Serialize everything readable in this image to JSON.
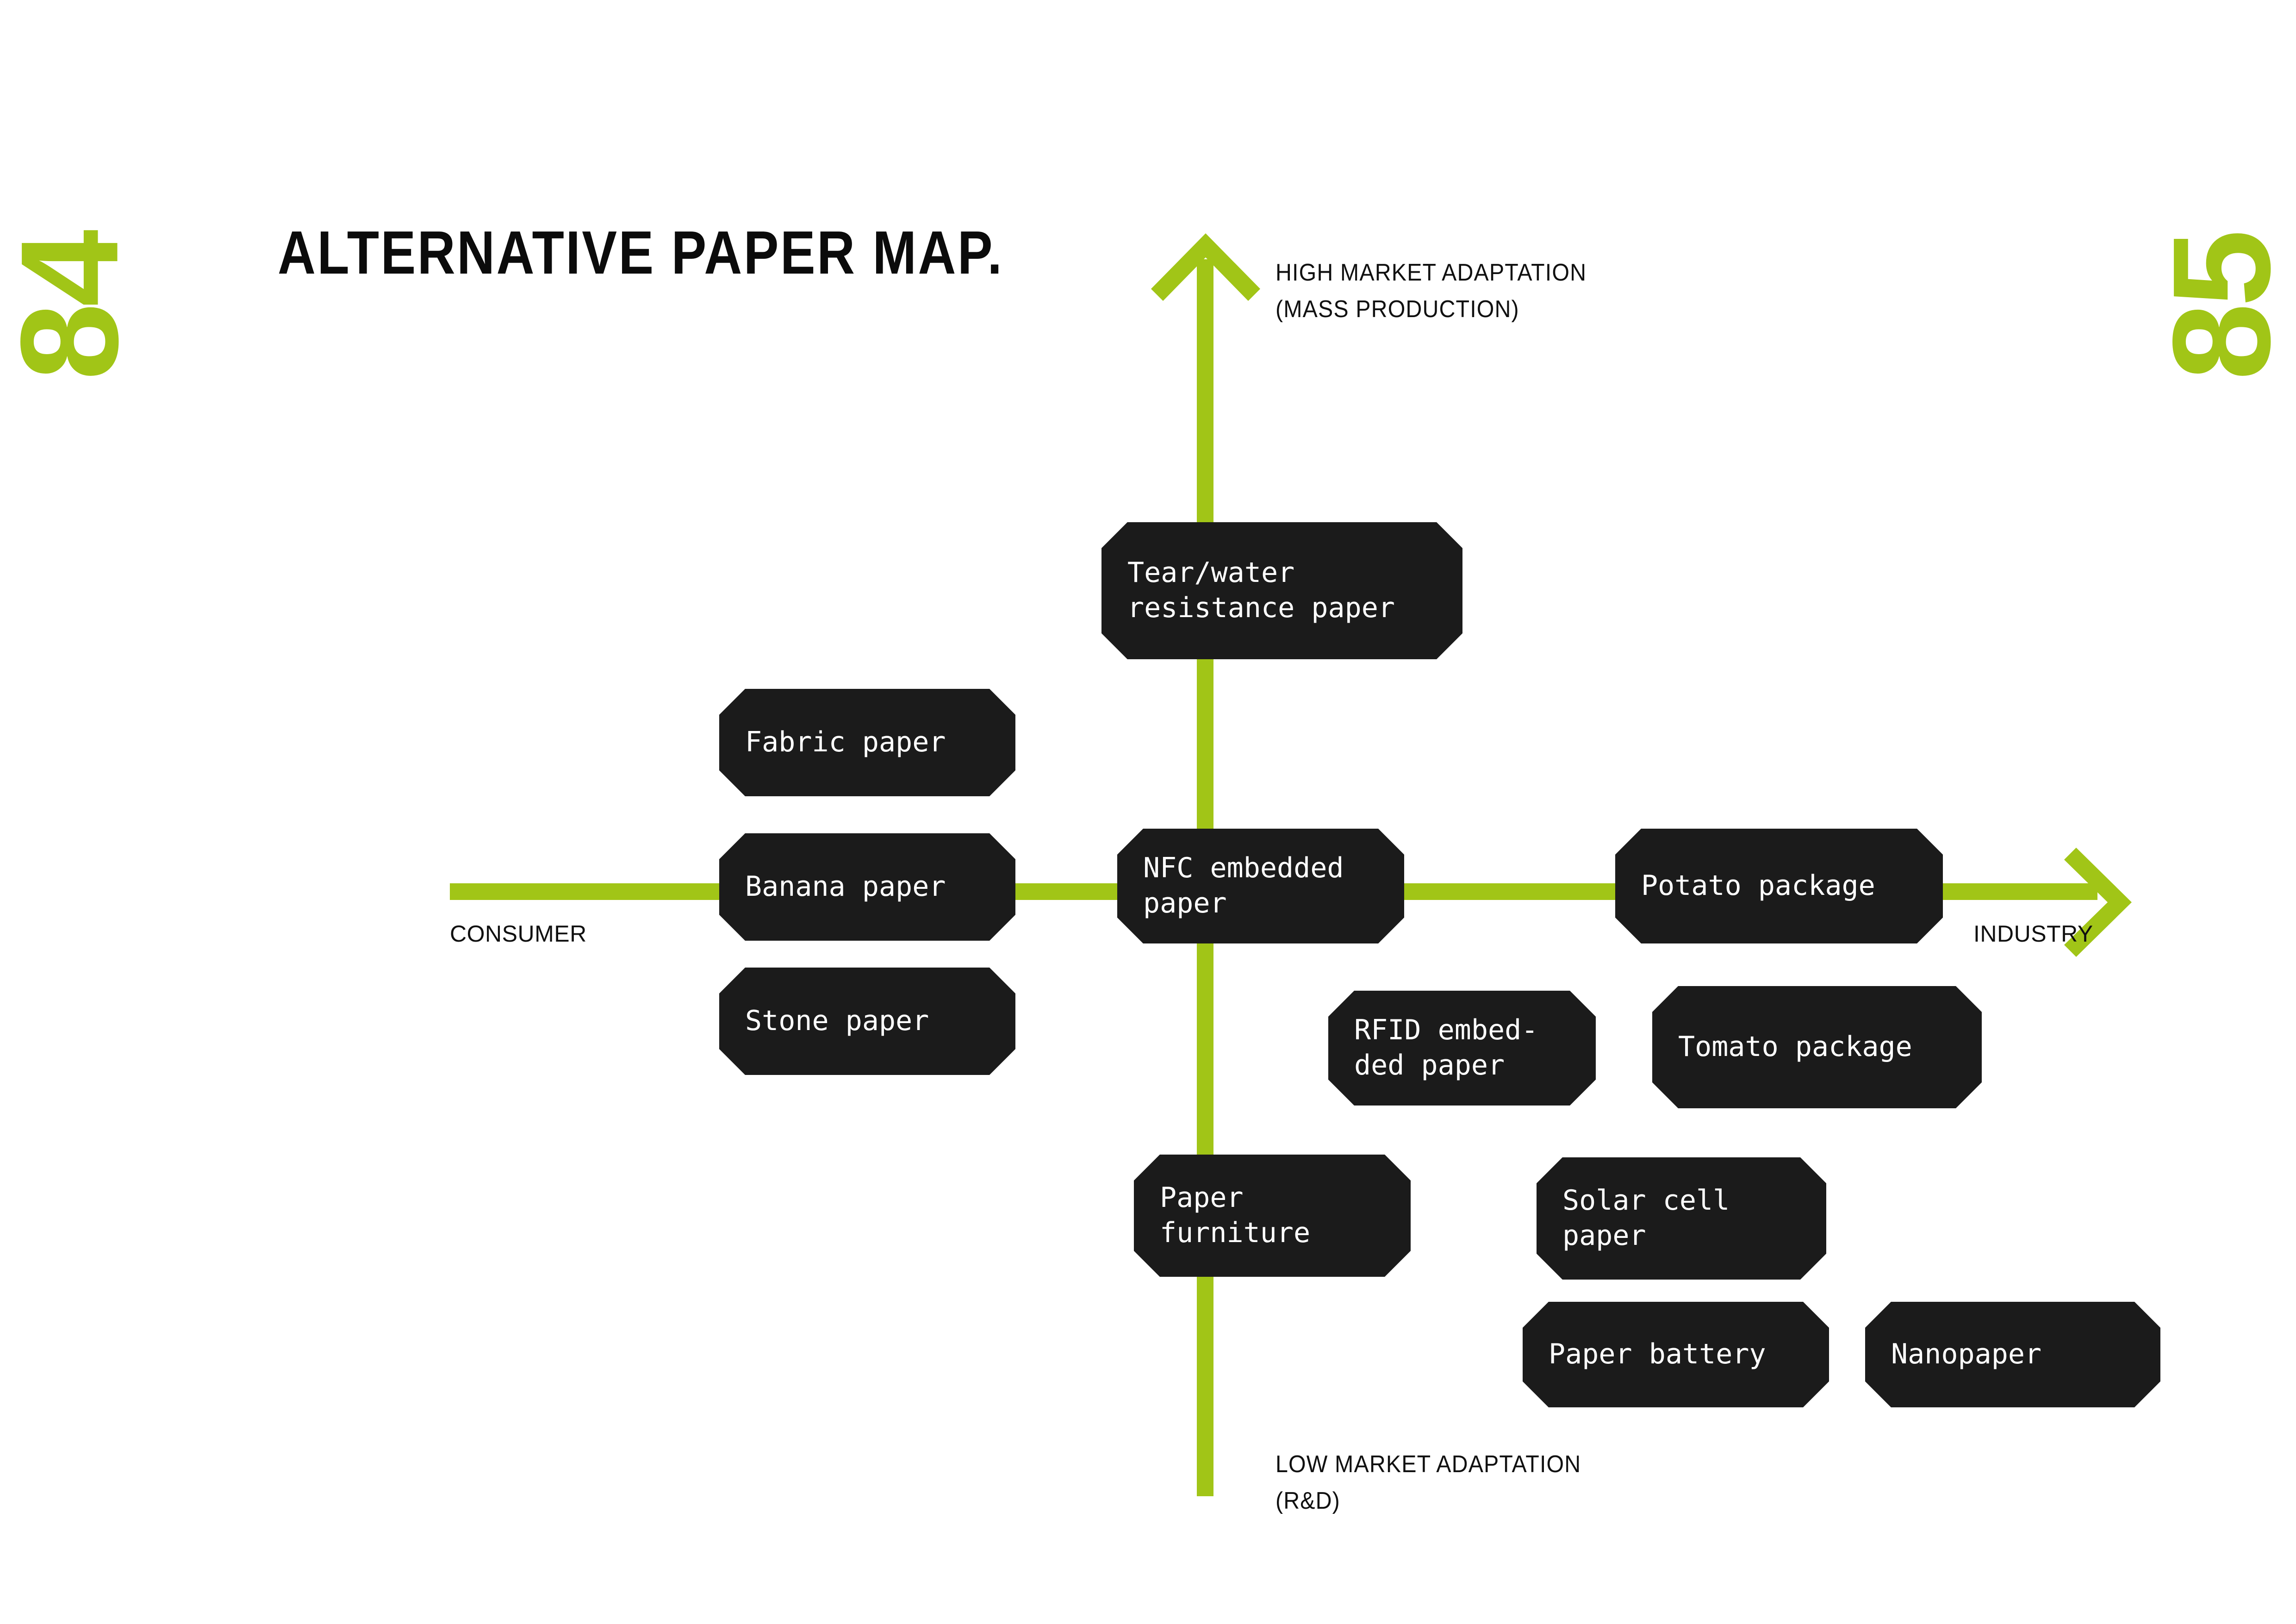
{
  "page": {
    "folio_left": "84",
    "folio_right": "85",
    "accent_color": "#A1C517",
    "node_fill_color": "#1b1b1b",
    "node_text_color": "#FFFFFF",
    "background_color": "#FFFFFF"
  },
  "title": "ALTERNATIVE PAPER MAP.",
  "axes": {
    "vertical_top_caption": "HIGH MARKET ADAPTATION\n(MASS PRODUCTION)",
    "vertical_bottom_caption": "LOW MARKET ADAPTATION\n(R&D)",
    "horizontal_left_label": "CONSUMER",
    "horizontal_right_label": "INDUSTRY",
    "up_arrow_icon": "arrow-up-icon",
    "right_arrow_icon": "arrow-right-icon"
  },
  "chart_data": {
    "type": "scatter",
    "title": "ALTERNATIVE PAPER MAP.",
    "xlabel": "CONSUMER → INDUSTRY",
    "ylabel": "LOW MARKET ADAPTATION (R&D) → HIGH MARKET ADAPTATION (MASS PRODUCTION)",
    "x_axis_ends": [
      "CONSUMER",
      "INDUSTRY"
    ],
    "y_axis_ends": [
      "LOW MARKET ADAPTATION (R&D)",
      "HIGH MARKET ADAPTATION (MASS PRODUCTION)"
    ],
    "grid": false,
    "legend": "none",
    "xlim": [
      0,
      100
    ],
    "ylim": [
      0,
      100
    ],
    "points": [
      {
        "label": "Tear/water\nresistance paper",
        "x": 50,
        "y": 72,
        "quadrant": "center-top"
      },
      {
        "label": "Fabric paper",
        "x": 27,
        "y": 59,
        "quadrant": "consumer-high"
      },
      {
        "label": "Banana paper",
        "x": 27,
        "y": 50,
        "quadrant": "consumer-axis"
      },
      {
        "label": "NFC embedded\npaper",
        "x": 50,
        "y": 50,
        "quadrant": "center-axis"
      },
      {
        "label": "Potato package",
        "x": 76,
        "y": 50,
        "quadrant": "industry-axis"
      },
      {
        "label": "Stone paper",
        "x": 27,
        "y": 42,
        "quadrant": "consumer-low"
      },
      {
        "label": "RFID embed-\nded paper",
        "x": 58,
        "y": 41,
        "quadrant": "industry-low"
      },
      {
        "label": "Tomato package",
        "x": 77,
        "y": 41,
        "quadrant": "industry-low"
      },
      {
        "label": "Paper\nfurniture",
        "x": 50,
        "y": 31,
        "quadrant": "center-low"
      },
      {
        "label": "Solar cell\npaper",
        "x": 68,
        "y": 31,
        "quadrant": "industry-low"
      },
      {
        "label": "Paper battery",
        "x": 69,
        "y": 23,
        "quadrant": "industry-low"
      },
      {
        "label": "Nanopaper",
        "x": 85,
        "y": 23,
        "quadrant": "industry-low"
      }
    ]
  },
  "nodes": [
    {
      "label": "Tear/water\nresistance paper"
    },
    {
      "label": "Fabric paper"
    },
    {
      "label": "Banana paper"
    },
    {
      "label": "NFC embedded\npaper"
    },
    {
      "label": "Potato package"
    },
    {
      "label": "Stone paper"
    },
    {
      "label": "RFID embed-\nded paper"
    },
    {
      "label": "Tomato package"
    },
    {
      "label": "Paper\nfurniture"
    },
    {
      "label": "Solar cell\npaper"
    },
    {
      "label": "Paper battery"
    },
    {
      "label": "Nanopaper"
    }
  ]
}
